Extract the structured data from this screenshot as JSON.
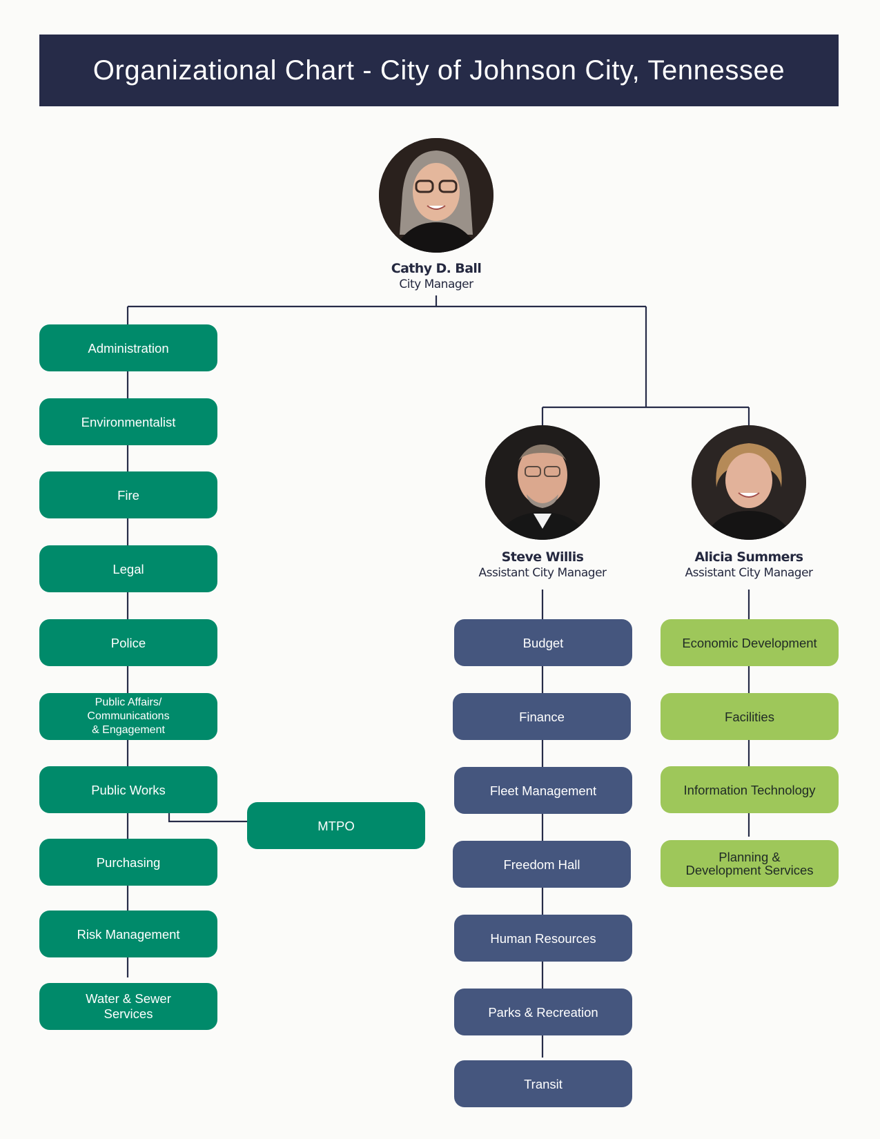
{
  "title": "Organizational Chart - City of Johnson City, Tennessee",
  "colors": {
    "header": "#262b48",
    "line": "#262b48",
    "teal": "#008a6a",
    "navy": "#45567e",
    "lime": "#9ec75a"
  },
  "city_manager": {
    "name": "Cathy D. Ball",
    "role": "City Manager"
  },
  "assistants": [
    {
      "name": "Steve Willis",
      "role": "Assistant City Manager"
    },
    {
      "name": "Alicia Summers",
      "role": "Assistant City Manager"
    }
  ],
  "city_manager_departments": [
    "Administration",
    "Environmentalist",
    "Fire",
    "Legal",
    "Police",
    "Public Affairs/\nCommunications\n& Engagement",
    "Public Works",
    "Purchasing",
    "Risk Management",
    "Water & Sewer\nServices"
  ],
  "public_works_sub": "MTPO",
  "steve_willis_departments": [
    "Budget",
    "Finance",
    "Fleet Management",
    "Freedom Hall",
    "Human Resources",
    "Parks & Recreation",
    "Transit"
  ],
  "alicia_summers_departments": [
    "Economic Development",
    "Facilities",
    "Information Technology",
    "Planning &\nDevelopment Services"
  ]
}
